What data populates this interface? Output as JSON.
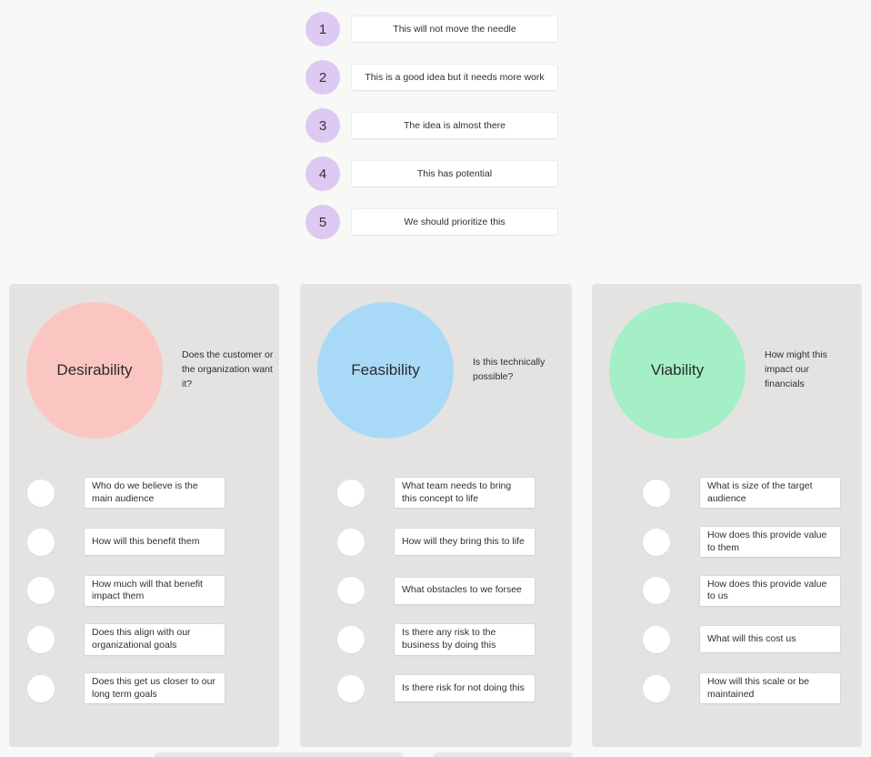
{
  "scale": {
    "circle_color": "#ddc9f2",
    "items": [
      {
        "number": "1",
        "label": "This will not move the needle"
      },
      {
        "number": "2",
        "label": "This is a good idea but it needs more work"
      },
      {
        "number": "3",
        "label": "The idea is almost there"
      },
      {
        "number": "4",
        "label": "This has potential"
      },
      {
        "number": "5",
        "label": "We should prioritize this"
      }
    ]
  },
  "panels": [
    {
      "title": "Desirability",
      "description": "Does the customer or the organization want it?",
      "circle_color": "#fbc6c1",
      "questions": [
        "Who do we believe is the main audience",
        "How will this benefit them",
        "How much will that benefit impact them",
        "Does this align with our organizational goals",
        "Does this get us closer to our long term goals"
      ]
    },
    {
      "title": "Feasibility",
      "description": "Is this technically possible?",
      "circle_color": "#a8daf7",
      "questions": [
        "What team needs to bring this concept to life",
        "How will they bring this to life",
        "What obstacles to we forsee",
        "Is there any risk to the business by doing this",
        "Is there risk for not doing this"
      ]
    },
    {
      "title": "Viability",
      "description": "How might this impact our financials",
      "circle_color": "#a4efc5",
      "questions": [
        "What is size of the target audience",
        "How does this provide value to them",
        "How does this provide value to us",
        "What will this cost us",
        "How will this scale or be maintained"
      ]
    }
  ],
  "colors": {
    "background": "#f8f8f6",
    "panel_background": "#e4e3e1",
    "card_background": "#ffffff",
    "text": "#333333"
  }
}
